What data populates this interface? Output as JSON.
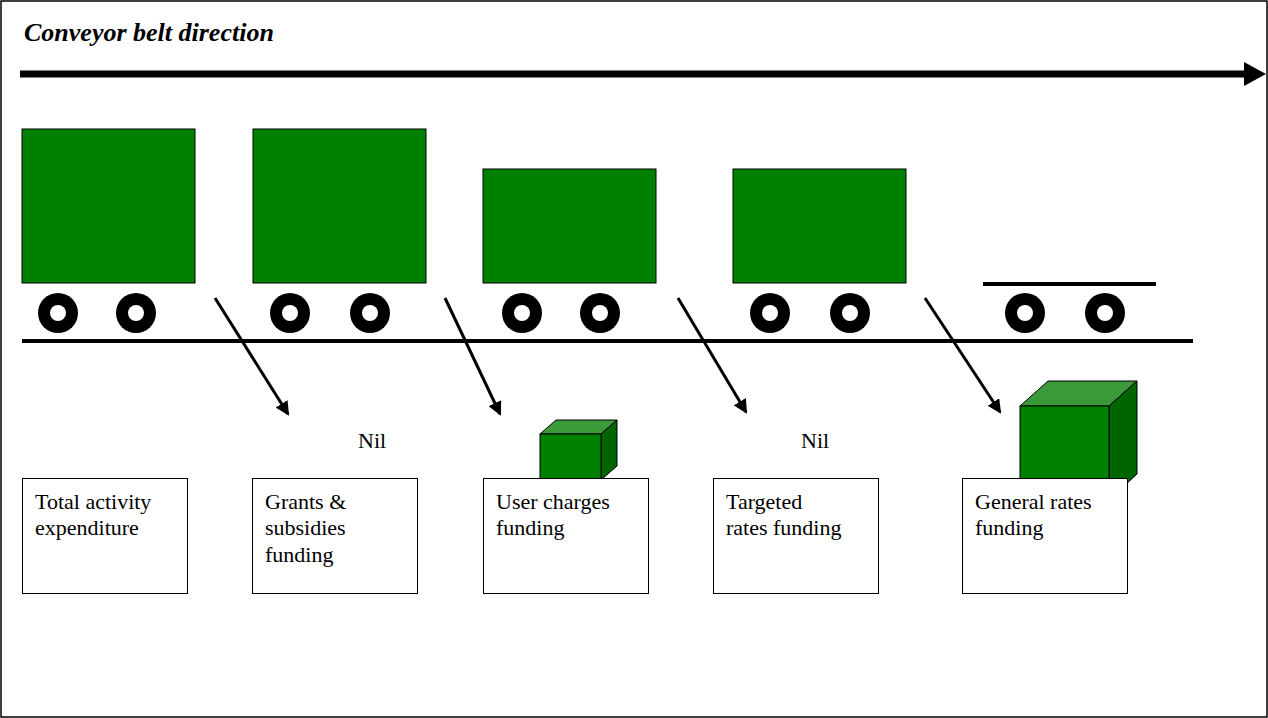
{
  "diagram": {
    "title": "Conveyor belt direction",
    "nodes": [
      {
        "text": [
          "Total activity expenditure"
        ]
      },
      {
        "text": [
          "Grants & subsidies funding"
        ]
      },
      {
        "text": [
          "User charges funding"
        ]
      },
      {
        "text": [
          "Targeted rates funding"
        ]
      },
      {
        "text": [
          "General rates funding"
        ]
      }
    ],
    "labels": [
      "Nil",
      "Nil"
    ]
  }
}
